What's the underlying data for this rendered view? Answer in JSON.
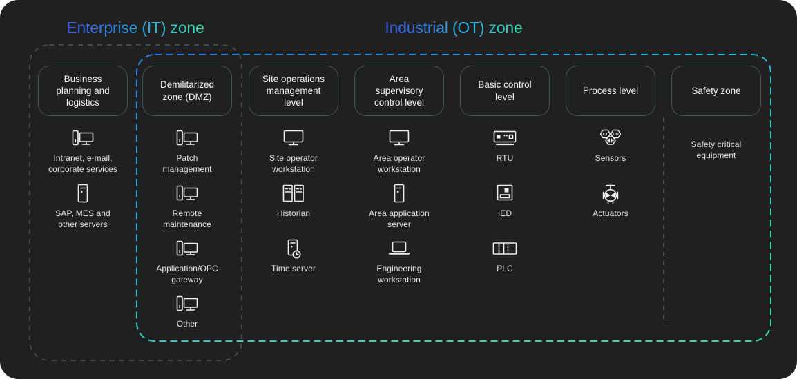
{
  "zones": {
    "it": {
      "title": "Enterprise (IT) zone"
    },
    "ot": {
      "title": "Industrial (OT) zone"
    }
  },
  "columns": [
    {
      "id": "business-planning",
      "header": "Business\nplanning and\nlogistics",
      "items": [
        {
          "icon": "workstation-icon",
          "label": "Intranet, e-mail,\ncorporate services"
        },
        {
          "icon": "server-icon",
          "label": "SAP, MES and\nother servers"
        }
      ]
    },
    {
      "id": "dmz",
      "header": "Demilitarized\nzone (DMZ)",
      "items": [
        {
          "icon": "workstation-icon",
          "label": "Patch\nmanagement"
        },
        {
          "icon": "workstation-icon",
          "label": "Remote\nmaintenance"
        },
        {
          "icon": "workstation-icon",
          "label": "Application/OPC\ngateway"
        },
        {
          "icon": "workstation-icon",
          "label": "Other"
        }
      ]
    },
    {
      "id": "site-operations",
      "header": "Site operations\nmanagement\nlevel",
      "items": [
        {
          "icon": "monitor-icon",
          "label": "Site operator\nworkstation"
        },
        {
          "icon": "historian-icon",
          "label": "Historian"
        },
        {
          "icon": "time-server-icon",
          "label": "Time server"
        }
      ]
    },
    {
      "id": "area-supervisory",
      "header": "Area\nsupervisory\ncontrol level",
      "items": [
        {
          "icon": "monitor-icon",
          "label": "Area operator\nworkstation"
        },
        {
          "icon": "server-icon",
          "label": "Area application\nserver"
        },
        {
          "icon": "laptop-icon",
          "label": "Engineering\nworkstation"
        }
      ]
    },
    {
      "id": "basic-control",
      "header": "Basic control\nlevel",
      "items": [
        {
          "icon": "rtu-icon",
          "label": "RTU"
        },
        {
          "icon": "ied-icon",
          "label": "IED"
        },
        {
          "icon": "plc-icon",
          "label": "PLC"
        }
      ]
    },
    {
      "id": "process-level",
      "header": "Process level",
      "items": [
        {
          "icon": "sensors-icon",
          "label": "Sensors"
        },
        {
          "icon": "actuators-icon",
          "label": "Actuators"
        }
      ]
    },
    {
      "id": "safety-zone",
      "header": "Safety zone",
      "items": [
        {
          "icon": "none",
          "label": "Safety critical\nequipment"
        }
      ]
    }
  ],
  "colors": {
    "panel_bg": "#1f201f",
    "page_bg": "#ffffff",
    "header_box_border": "#3f5b5b",
    "it_boundary": "#49585a",
    "safety_separator": "#49585a",
    "ot_boundary_gradient": [
      "#2e7ce6",
      "#29c0d8",
      "#2fdfa9"
    ],
    "title_gradient": [
      "#3d53e6",
      "#2aa6dc",
      "#35dfae"
    ],
    "icon_stroke": "#f2f2f2",
    "label_text": "#e7e7e7"
  }
}
